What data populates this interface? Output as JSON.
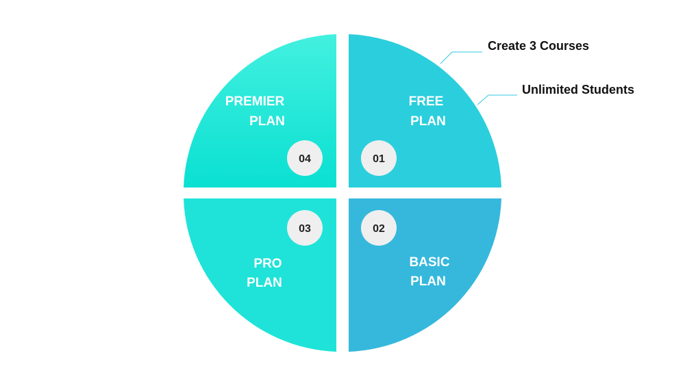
{
  "quadrants": [
    {
      "number": "01",
      "title_line1": "FREE",
      "title_line2": "PLAN",
      "color": "#2bcedc"
    },
    {
      "number": "02",
      "title_line1": "BASIC",
      "title_line2": "PLAN",
      "color": "#35b8dc"
    },
    {
      "number": "03",
      "title_line1": "PRO",
      "title_line2": "PLAN",
      "color": "#1fe3d9"
    },
    {
      "number": "04",
      "title_line1": "PREMIER",
      "title_line2": "PLAN",
      "color_top": "#43f0df",
      "color_bottom": "#0ae0d2"
    }
  ],
  "callouts": [
    {
      "text": "Create 3 Courses"
    },
    {
      "text": "Unlimited Students"
    }
  ],
  "colors": {
    "badge_fill": "#efefef",
    "callout_line": "#33c7dc"
  }
}
